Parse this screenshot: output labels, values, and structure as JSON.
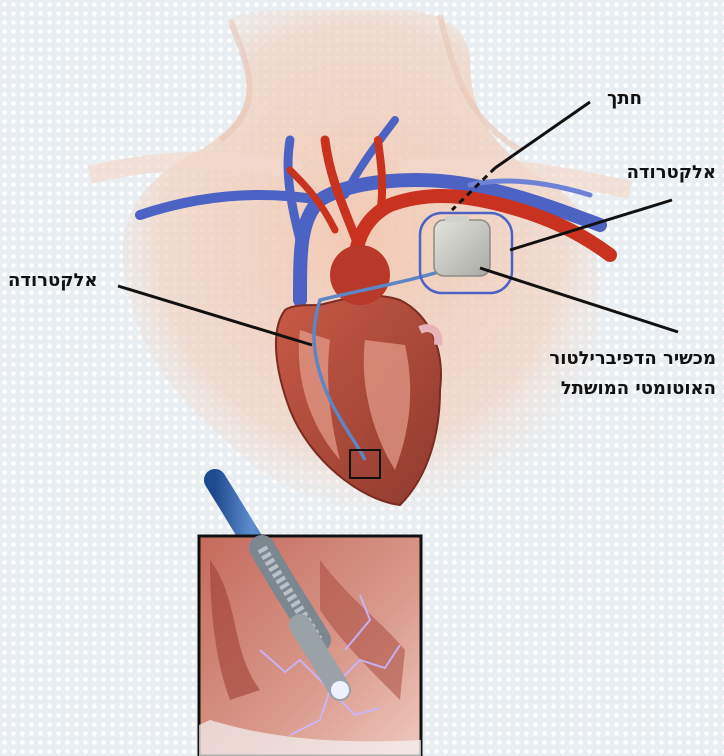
{
  "labels": {
    "incision": "חתך",
    "electrode_right": "אלקטרודה",
    "electrode_left": "אלקטרודה",
    "device_line1": "מכשיר הדפיברילטור",
    "device_line2": "האוטומטי המושתל"
  },
  "colors": {
    "artery": "#c8321e",
    "vein": "#4d63c4",
    "heart_muscle": "#b24a3a",
    "device": "#c9c9c4",
    "lead": "#2f5fa8",
    "spark": "#c9b6ff"
  },
  "icons": [
    "heart-illustration",
    "defibrillator-device-icon",
    "electrode-tip-closeup"
  ]
}
